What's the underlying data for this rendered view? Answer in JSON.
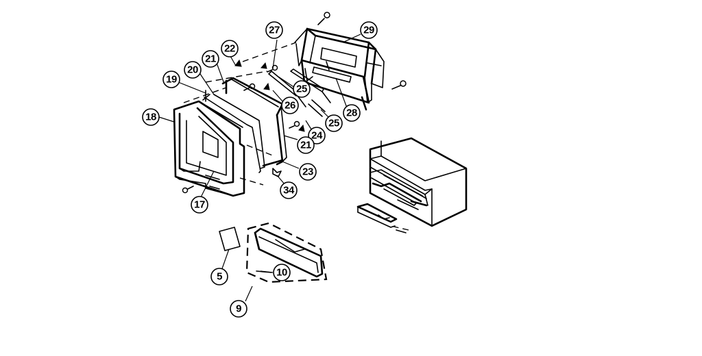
{
  "callouts": [
    {
      "id": "c18",
      "label": "18"
    },
    {
      "id": "c19",
      "label": "19"
    },
    {
      "id": "c20",
      "label": "20"
    },
    {
      "id": "c21a",
      "label": "21"
    },
    {
      "id": "c22",
      "label": "22"
    },
    {
      "id": "c27",
      "label": "27"
    },
    {
      "id": "c29",
      "label": "29"
    },
    {
      "id": "c25a",
      "label": "25"
    },
    {
      "id": "c26",
      "label": "26"
    },
    {
      "id": "c25b",
      "label": "25"
    },
    {
      "id": "c28",
      "label": "28"
    },
    {
      "id": "c24",
      "label": "24"
    },
    {
      "id": "c21b",
      "label": "21"
    },
    {
      "id": "c23",
      "label": "23"
    },
    {
      "id": "c34",
      "label": "34"
    },
    {
      "id": "c17",
      "label": "17"
    },
    {
      "id": "c5",
      "label": "5"
    },
    {
      "id": "c10",
      "label": "10"
    },
    {
      "id": "c9",
      "label": "9"
    }
  ]
}
